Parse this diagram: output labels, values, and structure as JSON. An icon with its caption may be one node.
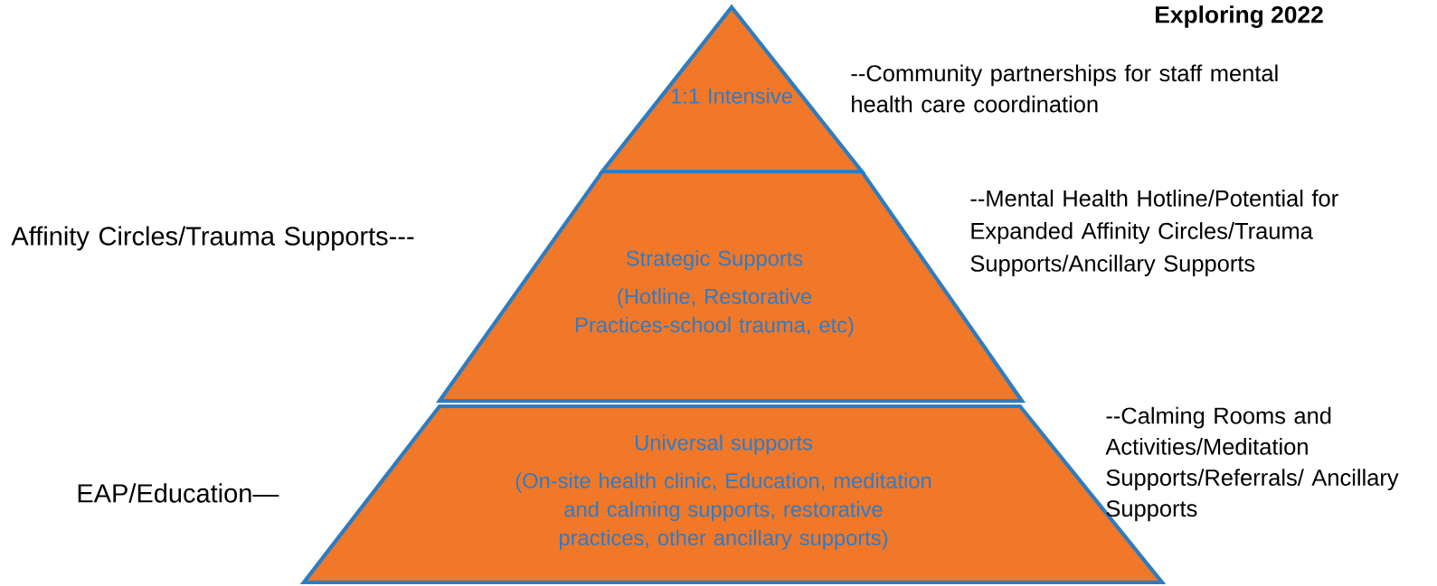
{
  "diagram": {
    "title": "Exploring  2022",
    "nodes": [
      {
        "text": [
          "1:1 Intensive"
        ]
      },
      {
        "text": [
          "Strategic Supports",
          "(Hotline, Restorative Practices-school trauma, etc)"
        ]
      },
      {
        "text": [
          "Universal supports",
          "(On-site health clinic, Education, meditation and calming supports, restorative practices, other ancillary supports)"
        ]
      }
    ],
    "labels": [
      "--Community partnerships for staff mental health care coordination",
      "Affinity Circles/Trauma Supports---",
      "--Mental Health Hotline/Potential for Expanded Affinity Circles/Trauma Supports/Ancillary Supports",
      "EAP/Education—",
      "--Calming Rooms and Activities/Meditation Supports/Referrals/ Ancillary Supports"
    ]
  }
}
